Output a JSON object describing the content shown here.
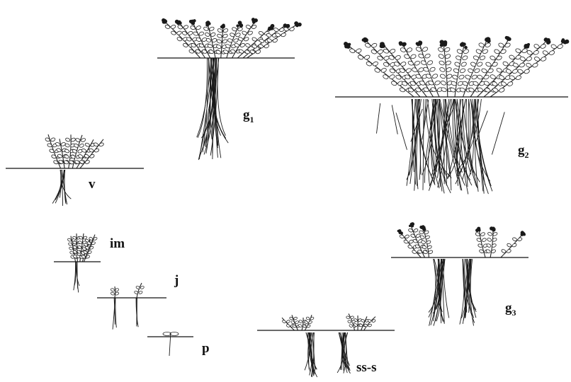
{
  "stages": [
    {
      "id": "v",
      "label": "v",
      "sub": ""
    },
    {
      "id": "g1",
      "label": "g",
      "sub": "1"
    },
    {
      "id": "g2",
      "label": "g",
      "sub": "2"
    },
    {
      "id": "g3",
      "label": "g",
      "sub": "3"
    },
    {
      "id": "im",
      "label": "im",
      "sub": ""
    },
    {
      "id": "j",
      "label": "j",
      "sub": ""
    },
    {
      "id": "p",
      "label": "p",
      "sub": ""
    },
    {
      "id": "sss",
      "label": "ss-s",
      "sub": ""
    }
  ]
}
